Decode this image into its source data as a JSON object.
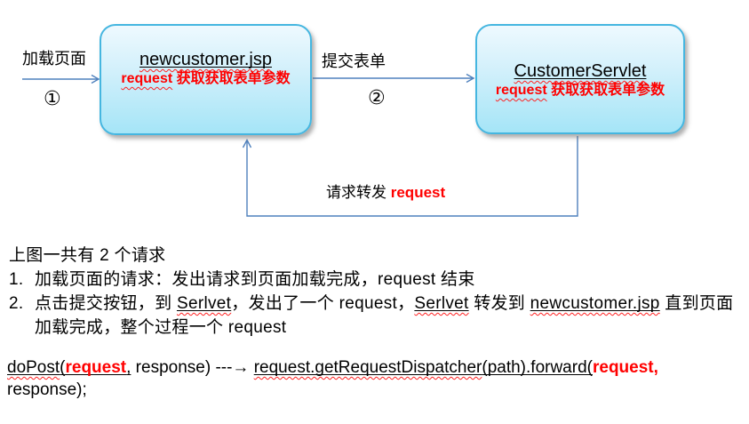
{
  "colors": {
    "connector_blue": "#4f81bd",
    "box_border": "#45b6e0",
    "box_fill_top": "#eef9fe",
    "box_fill_bottom": "#a5e5f7",
    "emphasis_red": "#ff0000",
    "spellcheck_squiggle": "#ff2222"
  },
  "diagram": {
    "jsp_box": {
      "title_rich": [
        {
          "t": "newcustomer.jsp",
          "s": "u wav"
        }
      ],
      "subtitle_rich": [
        {
          "t": "request",
          "s": "wav"
        },
        {
          "t": " 获取获取表单参数",
          "s": ""
        }
      ]
    },
    "servlet_box": {
      "title_rich": [
        {
          "t": "CustomerServlet",
          "s": "u wav"
        }
      ],
      "subtitle_rich": [
        {
          "t": "request",
          "s": "wav"
        },
        {
          "t": " 获取获取表单参数",
          "s": ""
        }
      ]
    },
    "load_arrow": {
      "label": "加载页面",
      "step_number": "①"
    },
    "submit_arrow": {
      "label": "提交表单",
      "step_number": "②"
    },
    "forward_loop": {
      "label_rich": [
        {
          "t": "请求转发 ",
          "s": ""
        },
        {
          "t": "request",
          "s": "red"
        }
      ]
    }
  },
  "notes": {
    "heading": "上图一共有 2 个请求",
    "items": [
      {
        "num": "1.",
        "body_rich": [
          {
            "t": "加载页面的请求：发出请求到页面加载完成，request 结束",
            "s": ""
          }
        ]
      },
      {
        "num": "2.",
        "body_rich": [
          {
            "t": "点击提交按钮，到 ",
            "s": ""
          },
          {
            "t": "Serlvet",
            "s": "u wav"
          },
          {
            "t": "，发出了一个 request，",
            "s": ""
          },
          {
            "t": "Serlvet",
            "s": "u wav"
          },
          {
            "t": " 转发到 ",
            "s": ""
          },
          {
            "t": "newcustomer.jsp",
            "s": "u wav"
          },
          {
            "t": " 直到页面加载完成，整个过程一个 request",
            "s": ""
          }
        ]
      }
    ]
  },
  "code": {
    "lines": [
      [
        {
          "t": "doPost",
          "s": "u wav"
        },
        {
          "t": "(",
          "s": "u"
        },
        {
          "t": "request",
          "s": "u red"
        },
        {
          "t": ",",
          "s": "u"
        },
        {
          "t": " response) ---→ ",
          "s": ""
        },
        {
          "t": "request.getRequestDispatcher",
          "s": "u wav"
        },
        {
          "t": "(path).forward(",
          "s": "u"
        },
        {
          "t": "request,",
          "s": "red"
        }
      ],
      [
        {
          "t": "response);",
          "s": ""
        }
      ]
    ]
  }
}
